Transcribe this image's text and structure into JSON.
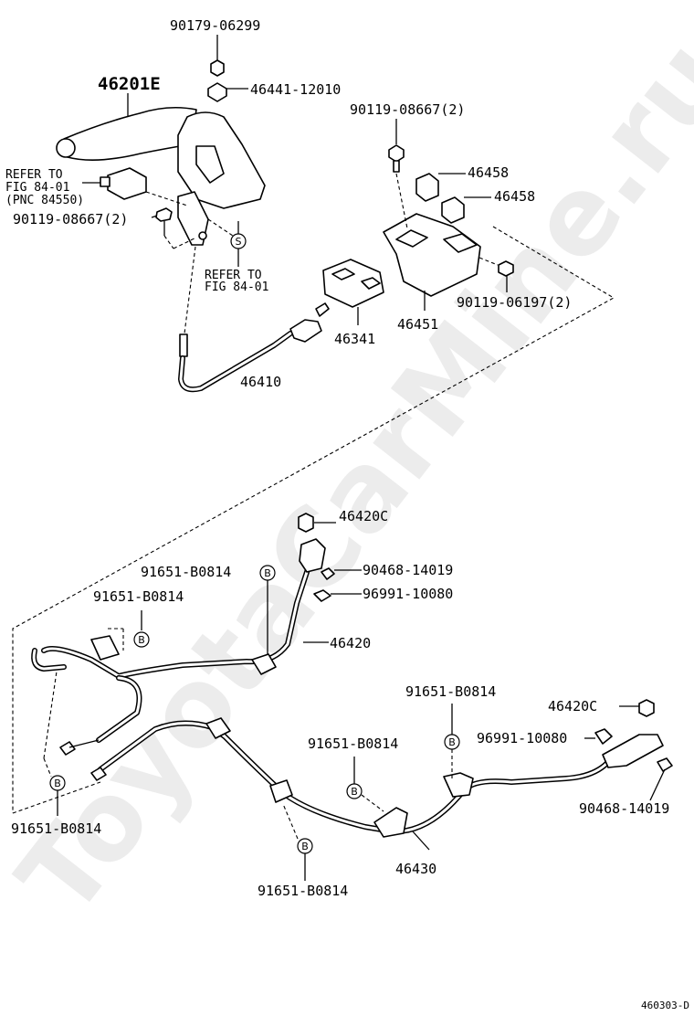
{
  "watermark": "ToyotaCarMine.ru",
  "figure_code": "460303-D",
  "labels": {
    "p90179_06299": "90179-06299",
    "p46201E": "46201E",
    "p46441_12010": "46441-12010",
    "p90119_08667_2_top": "90119-08667(2)",
    "refer_to": "REFER TO",
    "fig_84_01_a": "FIG 84-01",
    "pnc_84550": "(PNC 84550)",
    "p90119_08667_2_left": "90119-08667(2)",
    "refer_to_2": "REFER TO",
    "fig_84_01_b": "FIG 84-01",
    "p46458_a": "46458",
    "p46458_b": "46458",
    "p90119_06197_2": "90119-06197(2)",
    "p46451": "46451",
    "p46341": "46341",
    "p46410": "46410",
    "p46420C_top": "46420C",
    "p91651_B0814_1": "91651-B0814",
    "p90468_14019_top": "90468-14019",
    "p91651_B0814_2": "91651-B0814",
    "p96991_10080_top": "96991-10080",
    "p46420": "46420",
    "p91651_B0814_3": "91651-B0814",
    "p46420C_right": "46420C",
    "p91651_B0814_4": "91651-B0814",
    "p96991_10080_right": "96991-10080",
    "p90468_14019_right": "90468-14019",
    "p91651_B0814_5": "91651-B0814",
    "p46430": "46430",
    "p91651_B0814_6": "91651-B0814"
  },
  "markers": {
    "s": "S",
    "b": "B"
  }
}
